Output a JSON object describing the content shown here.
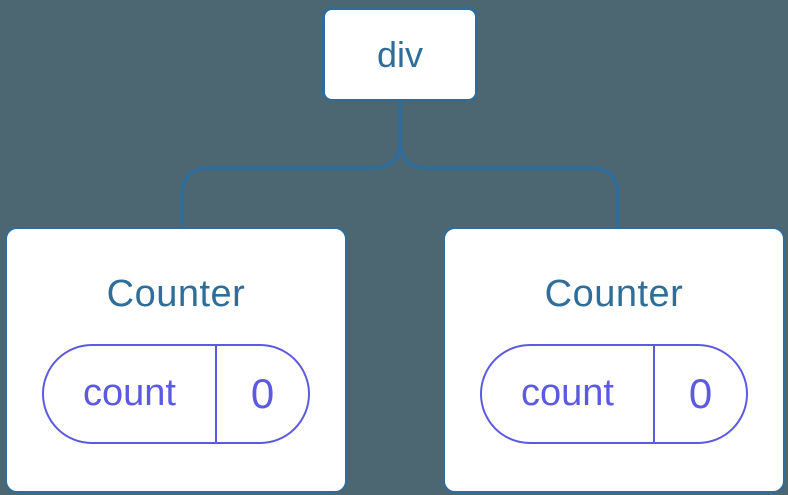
{
  "colors": {
    "background": "#4C6771",
    "line_blue": "#2E6D9B",
    "text_blue": "#2E6E99",
    "state_purple": "#5C5AE0",
    "node_background": "#FFFFFF"
  },
  "tree": {
    "root": {
      "label": "div"
    },
    "children": [
      {
        "title": "Counter",
        "state_key": "count",
        "state_value": "0"
      },
      {
        "title": "Counter",
        "state_key": "count",
        "state_value": "0"
      }
    ]
  }
}
